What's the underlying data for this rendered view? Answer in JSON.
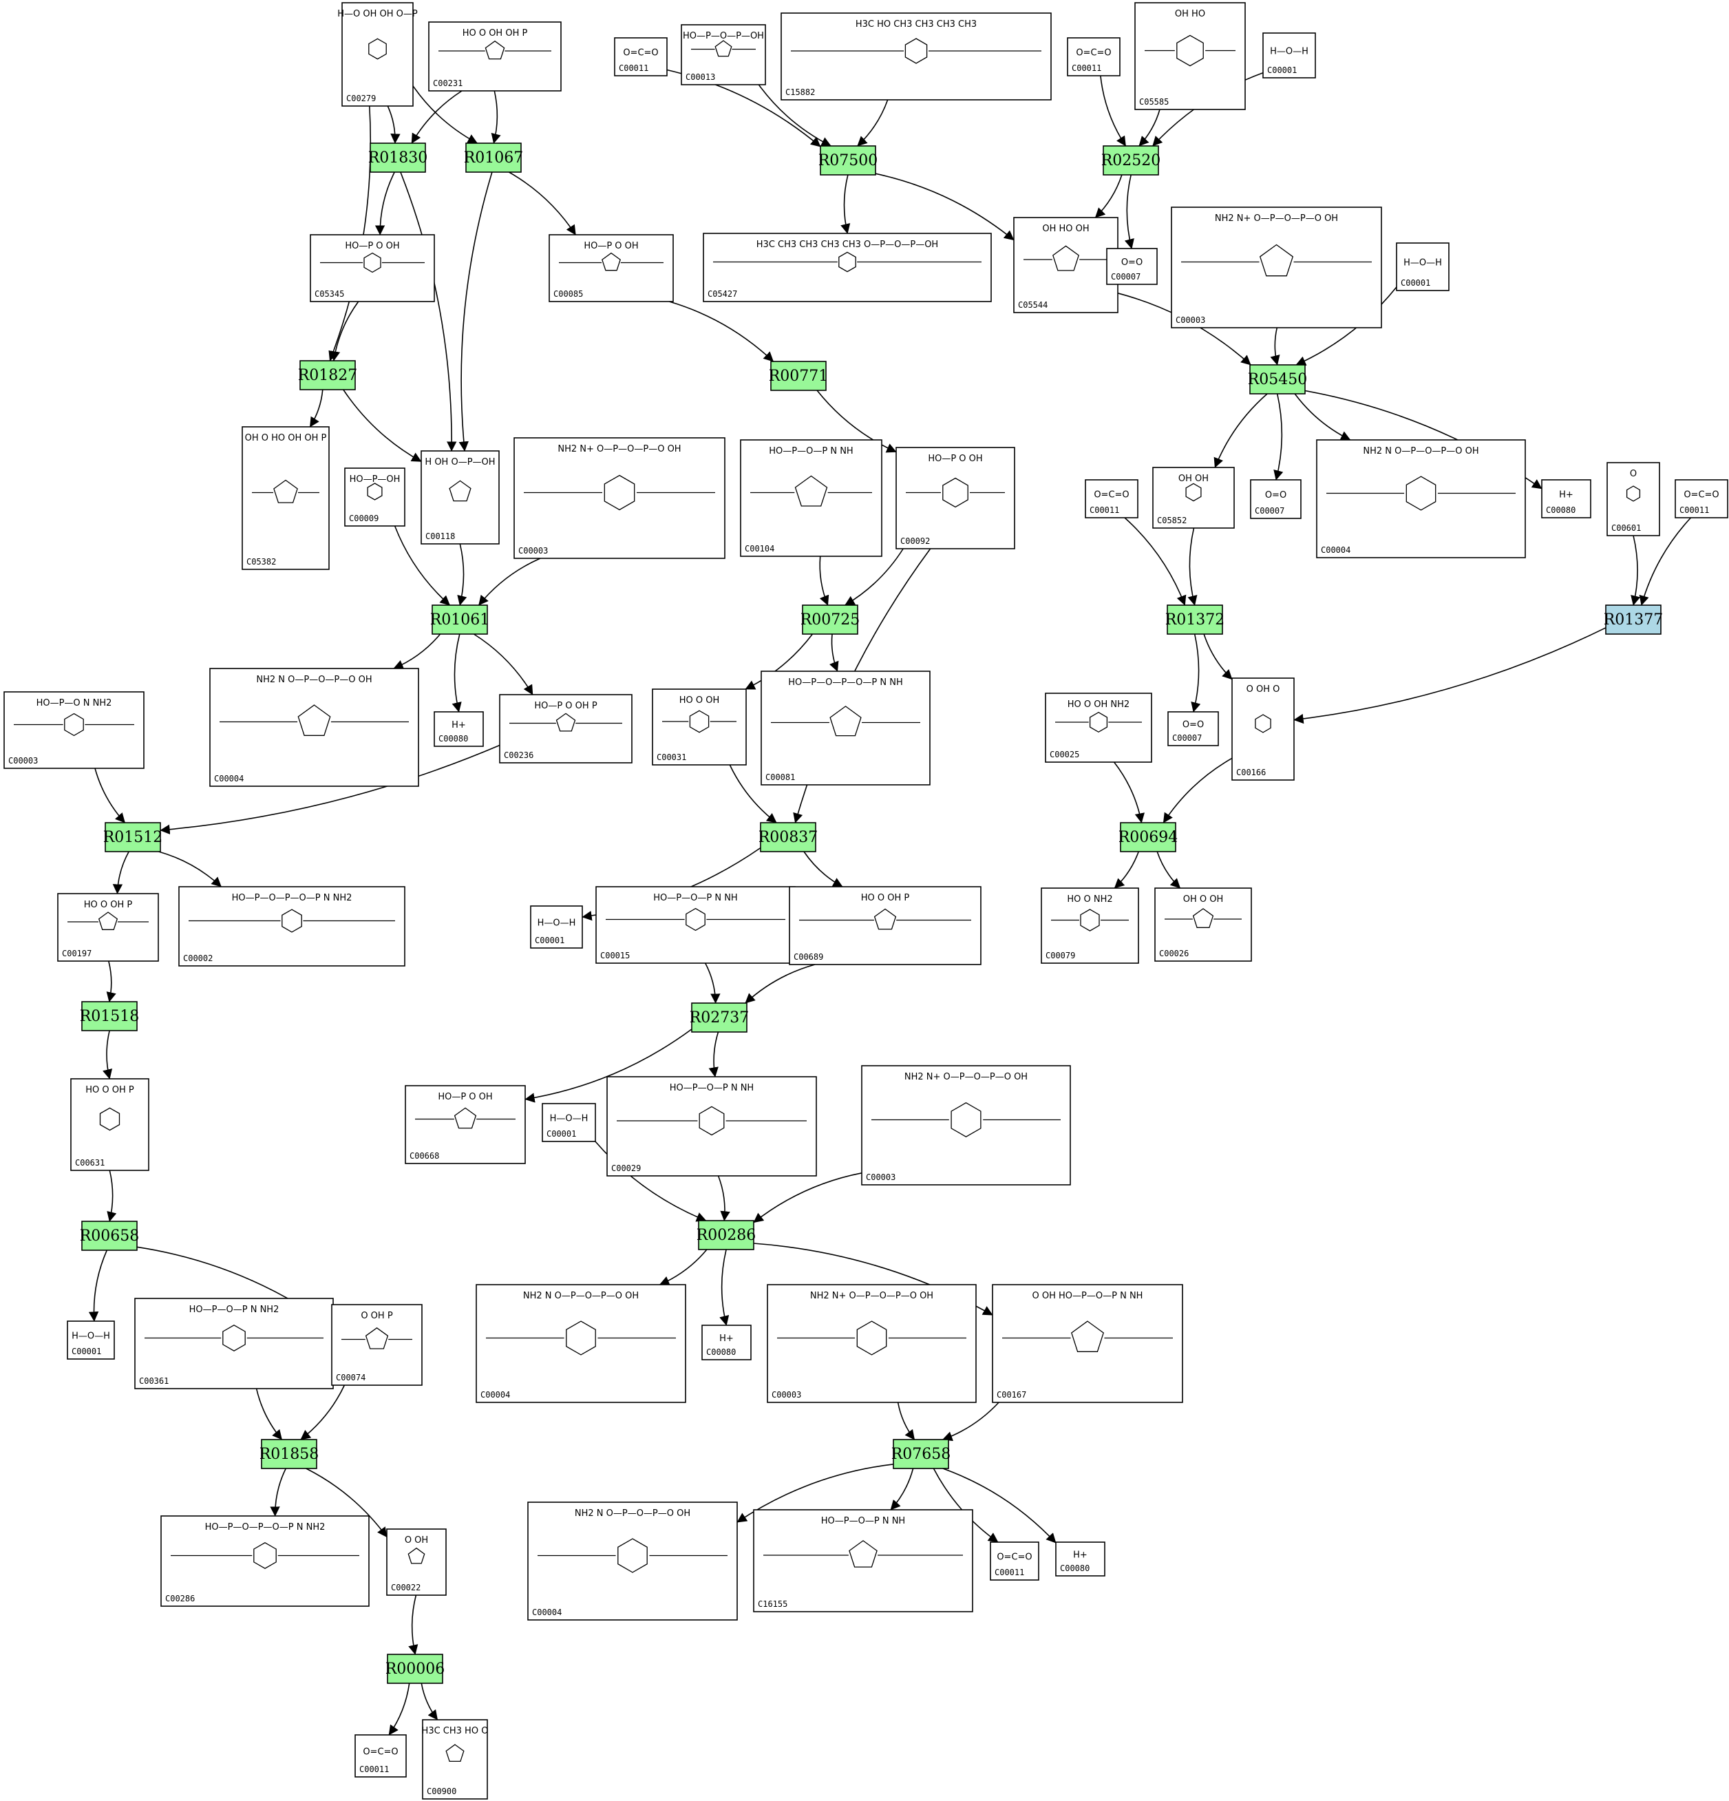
{
  "colors": {
    "reaction_default": "#98f898",
    "reaction_highlight": "#add8e6",
    "edge": "#000000"
  },
  "reactions": [
    {
      "id": "R01830"
    },
    {
      "id": "R01067"
    },
    {
      "id": "R07500"
    },
    {
      "id": "R02520"
    },
    {
      "id": "R01827"
    },
    {
      "id": "R00771"
    },
    {
      "id": "R05450"
    },
    {
      "id": "R01061"
    },
    {
      "id": "R00725"
    },
    {
      "id": "R01372"
    },
    {
      "id": "R01377",
      "highlight": true
    },
    {
      "id": "R01512"
    },
    {
      "id": "R00837"
    },
    {
      "id": "R00694"
    },
    {
      "id": "R01518"
    },
    {
      "id": "R02737"
    },
    {
      "id": "R00658"
    },
    {
      "id": "R00286"
    },
    {
      "id": "R01858"
    },
    {
      "id": "R07658"
    },
    {
      "id": "R00006"
    }
  ],
  "compounds": [
    {
      "key": "c279",
      "id": "C00279",
      "text": "H—O  OH  OH  O—P"
    },
    {
      "key": "c231",
      "id": "C00231",
      "text": "HO  O  OH  OH  P"
    },
    {
      "key": "c011a",
      "id": "C00011",
      "text": "O=C=O"
    },
    {
      "key": "c013",
      "id": "C00013",
      "text": "HO—P—O—P—OH"
    },
    {
      "key": "c15882",
      "id": "C15882",
      "text": "H3C  HO  CH3  CH3  CH3  CH3"
    },
    {
      "key": "c011b",
      "id": "C00011",
      "text": "O=C=O"
    },
    {
      "key": "c05585",
      "id": "C05585",
      "text": "OH  HO"
    },
    {
      "key": "c001a",
      "id": "C00001",
      "text": "H—O—H"
    },
    {
      "key": "c05345",
      "id": "C05345",
      "text": "HO—P  O  OH"
    },
    {
      "key": "c085",
      "id": "C00085",
      "text": "HO—P  O  OH"
    },
    {
      "key": "c05427",
      "id": "C05427",
      "text": "H3C  CH3  CH3  CH3  CH3  O—P—O—P—OH"
    },
    {
      "key": "c05544",
      "id": "C05544",
      "text": "OH  HO  OH"
    },
    {
      "key": "c007a",
      "id": "C00007",
      "text": "O=O"
    },
    {
      "key": "c003a",
      "id": "C00003",
      "text": "NH2  N+  O—P—O—P—O  OH"
    },
    {
      "key": "c001b",
      "id": "C00001",
      "text": "H—O—H"
    },
    {
      "key": "c05382",
      "id": "C05382",
      "text": "OH  O  HO  OH  OH  P"
    },
    {
      "key": "c009",
      "id": "C00009",
      "text": "HO—P—OH"
    },
    {
      "key": "c118",
      "id": "C00118",
      "text": "H  OH  O—P—OH"
    },
    {
      "key": "c003b",
      "id": "C00003",
      "text": "NH2  N+  O—P—O—P—O  OH"
    },
    {
      "key": "c104",
      "id": "C00104",
      "text": "HO—P—O—P  N  NH"
    },
    {
      "key": "c092",
      "id": "C00092",
      "text": "HO—P  O  OH"
    },
    {
      "key": "c011c",
      "id": "C00011",
      "text": "O=C=O"
    },
    {
      "key": "c05852",
      "id": "C05852",
      "text": "OH  OH"
    },
    {
      "key": "c007b",
      "id": "C00007",
      "text": "O=O"
    },
    {
      "key": "c004a",
      "id": "C00004",
      "text": "NH2  N  O—P—O—P—O  OH"
    },
    {
      "key": "c080a",
      "id": "C00080",
      "text": "H+"
    },
    {
      "key": "c601",
      "id": "C00601",
      "text": "O"
    },
    {
      "key": "c011d",
      "id": "C00011",
      "text": "O=C=O"
    },
    {
      "key": "c003c",
      "id": "C00003",
      "text": "HO—P—O  N  NH2"
    },
    {
      "key": "c004b",
      "id": "C00004",
      "text": "NH2  N  O—P—O—P—O  OH"
    },
    {
      "key": "c080b",
      "id": "C00080",
      "text": "H+"
    },
    {
      "key": "c236",
      "id": "C00236",
      "text": "HO—P  O  OH  P"
    },
    {
      "key": "c031",
      "id": "C00031",
      "text": "HO  O  OH"
    },
    {
      "key": "c081",
      "id": "C00081",
      "text": "HO—P—O—P—O—P  N  NH"
    },
    {
      "key": "c025",
      "id": "C00025",
      "text": "HO  O  OH  NH2"
    },
    {
      "key": "c007c",
      "id": "C00007",
      "text": "O=O"
    },
    {
      "key": "c166",
      "id": "C00166",
      "text": "O  OH  O"
    },
    {
      "key": "c197",
      "id": "C00197",
      "text": "HO  O  OH  P"
    },
    {
      "key": "c002",
      "id": "C00002",
      "text": "HO—P—O—P—O—P  N  NH2"
    },
    {
      "key": "c001c",
      "id": "C00001",
      "text": "H—O—H"
    },
    {
      "key": "c015",
      "id": "C00015",
      "text": "HO—P—O—P  N  NH"
    },
    {
      "key": "c689",
      "id": "C00689",
      "text": "HO  O  OH  P"
    },
    {
      "key": "c079",
      "id": "C00079",
      "text": "HO  O  NH2"
    },
    {
      "key": "c026",
      "id": "C00026",
      "text": "OH  O  OH"
    },
    {
      "key": "c631",
      "id": "C00631",
      "text": "HO  O  OH  P"
    },
    {
      "key": "c668",
      "id": "C00668",
      "text": "HO—P  O  OH"
    },
    {
      "key": "c029",
      "id": "C00029",
      "text": "HO—P—O—P  N  NH"
    },
    {
      "key": "c001d",
      "id": "C00001",
      "text": "H—O—H"
    },
    {
      "key": "c003d",
      "id": "C00003",
      "text": "NH2  N+  O—P—O—P—O  OH"
    },
    {
      "key": "c001e",
      "id": "C00001",
      "text": "H—O—H"
    },
    {
      "key": "c361",
      "id": "C00361",
      "text": "HO—P—O—P  N  NH2"
    },
    {
      "key": "c074",
      "id": "C00074",
      "text": "O  OH  P"
    },
    {
      "key": "c004c",
      "id": "C00004",
      "text": "NH2  N  O—P—O—P—O  OH"
    },
    {
      "key": "c080c",
      "id": "C00080",
      "text": "H+"
    },
    {
      "key": "c003e",
      "id": "C00003",
      "text": "NH2  N+  O—P—O—P—O  OH"
    },
    {
      "key": "c167",
      "id": "C00167",
      "text": "O  OH  HO—P—O—P  N  NH"
    },
    {
      "key": "c286",
      "id": "C00286",
      "text": "HO—P—O—P—O—P  N  NH2"
    },
    {
      "key": "c022",
      "id": "C00022",
      "text": "O  OH"
    },
    {
      "key": "c004d",
      "id": "C00004",
      "text": "NH2  N  O—P—O—P—O  OH"
    },
    {
      "key": "c16155",
      "id": "C16155",
      "text": "HO—P—O—P  N  NH"
    },
    {
      "key": "c011e",
      "id": "C00011",
      "text": "O=C=O"
    },
    {
      "key": "c080d",
      "id": "C00080",
      "text": "H+"
    },
    {
      "key": "c011f",
      "id": "C00011",
      "text": "O=C=O"
    },
    {
      "key": "c900",
      "id": "C00900",
      "text": "H3C  CH3  HO  O"
    }
  ],
  "edges": [
    [
      "c279",
      "R01830"
    ],
    [
      "c279",
      "R01067"
    ],
    [
      "c279",
      "R01827"
    ],
    [
      "c231",
      "R01830"
    ],
    [
      "c231",
      "R01067"
    ],
    [
      "R01830",
      "c05345"
    ],
    [
      "R01830",
      "c118"
    ],
    [
      "R01067",
      "c118"
    ],
    [
      "R01067",
      "c085"
    ],
    [
      "c05345",
      "R01827"
    ],
    [
      "R01827",
      "c05382"
    ],
    [
      "R01827",
      "c118"
    ],
    [
      "c085",
      "R00771"
    ],
    [
      "R00771",
      "c092"
    ],
    [
      "c011a",
      "R07500"
    ],
    [
      "c013",
      "R07500"
    ],
    [
      "c15882",
      "R07500"
    ],
    [
      "R07500",
      "c05427"
    ],
    [
      "R07500",
      "c05544"
    ],
    [
      "c011b",
      "R02520"
    ],
    [
      "c05585",
      "R02520"
    ],
    [
      "c001a",
      "R02520"
    ],
    [
      "R02520",
      "c05544"
    ],
    [
      "R02520",
      "c007a"
    ],
    [
      "c05544",
      "R05450"
    ],
    [
      "c003a",
      "R05450"
    ],
    [
      "c001b",
      "R05450"
    ],
    [
      "R05450",
      "c05852"
    ],
    [
      "R05450",
      "c007b"
    ],
    [
      "R05450",
      "c004a"
    ],
    [
      "R05450",
      "c080a"
    ],
    [
      "c009",
      "R01061"
    ],
    [
      "c118",
      "R01061"
    ],
    [
      "c003b",
      "R01061"
    ],
    [
      "R01061",
      "c004b"
    ],
    [
      "R01061",
      "c080b"
    ],
    [
      "R01061",
      "c236"
    ],
    [
      "c104",
      "R00725"
    ],
    [
      "c092",
      "R00725"
    ],
    [
      "c092",
      "R00837"
    ],
    [
      "R00725",
      "c031"
    ],
    [
      "R00725",
      "c081"
    ],
    [
      "c011c",
      "R01372"
    ],
    [
      "c05852",
      "R01372"
    ],
    [
      "R01372",
      "c007c"
    ],
    [
      "R01372",
      "c166"
    ],
    [
      "c601",
      "R01377"
    ],
    [
      "c011d",
      "R01377"
    ],
    [
      "R01377",
      "c166"
    ],
    [
      "c003c",
      "R01512"
    ],
    [
      "c236",
      "R01512"
    ],
    [
      "R01512",
      "c197"
    ],
    [
      "R01512",
      "c002"
    ],
    [
      "c031",
      "R00837"
    ],
    [
      "R00837",
      "c001c"
    ],
    [
      "R00837",
      "c689"
    ],
    [
      "c025",
      "R00694"
    ],
    [
      "c166",
      "R00694"
    ],
    [
      "R00694",
      "c079"
    ],
    [
      "R00694",
      "c026"
    ],
    [
      "c197",
      "R01518"
    ],
    [
      "R01518",
      "c631"
    ],
    [
      "c015",
      "R02737"
    ],
    [
      "c689",
      "R02737"
    ],
    [
      "R02737",
      "c668"
    ],
    [
      "R02737",
      "c029"
    ],
    [
      "c631",
      "R00658"
    ],
    [
      "R00658",
      "c001e"
    ],
    [
      "R00658",
      "c074"
    ],
    [
      "c001d",
      "R00286"
    ],
    [
      "c029",
      "R00286"
    ],
    [
      "c003d",
      "R00286"
    ],
    [
      "R00286",
      "c004c"
    ],
    [
      "R00286",
      "c080c"
    ],
    [
      "R00286",
      "c167"
    ],
    [
      "c361",
      "R01858"
    ],
    [
      "c074",
      "R01858"
    ],
    [
      "R01858",
      "c286"
    ],
    [
      "R01858",
      "c022"
    ],
    [
      "c003e",
      "R07658"
    ],
    [
      "c167",
      "R07658"
    ],
    [
      "R07658",
      "c004d"
    ],
    [
      "R07658",
      "c16155"
    ],
    [
      "R07658",
      "c011e"
    ],
    [
      "R07658",
      "c080d"
    ],
    [
      "c022",
      "R00006"
    ],
    [
      "R00006",
      "c011f"
    ],
    [
      "R00006",
      "c900"
    ]
  ]
}
